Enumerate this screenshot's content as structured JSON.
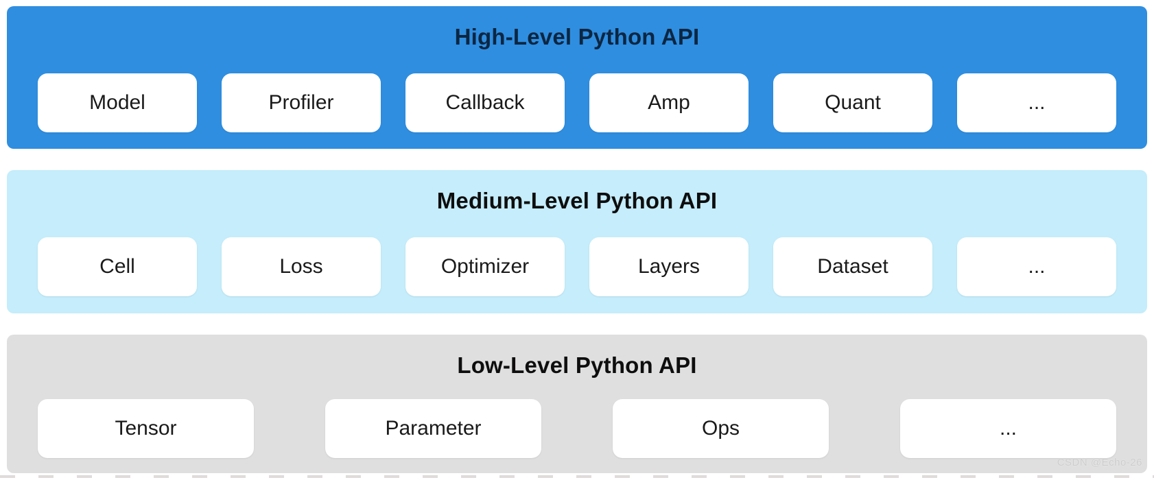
{
  "diagram": {
    "layers": [
      {
        "id": "high",
        "title": "High-Level Python API",
        "band_color": "#2f8ee0",
        "title_color": "#0c2642",
        "items": [
          "Model",
          "Profiler",
          "Callback",
          "Amp",
          "Quant",
          "..."
        ]
      },
      {
        "id": "medium",
        "title": "Medium-Level Python API",
        "band_color": "#c5edfb",
        "title_color": "#0e0e0e",
        "items": [
          "Cell",
          "Loss",
          "Optimizer",
          "Layers",
          "Dataset",
          "..."
        ]
      },
      {
        "id": "low",
        "title": "Low-Level Python API",
        "band_color": "#e0dfdf",
        "title_color": "#0e0e0e",
        "items": [
          "Tensor",
          "Parameter",
          "Ops",
          "..."
        ]
      }
    ]
  },
  "watermark": {
    "text": "CSDN @Echo-26",
    "color": "#cbcbcb"
  }
}
